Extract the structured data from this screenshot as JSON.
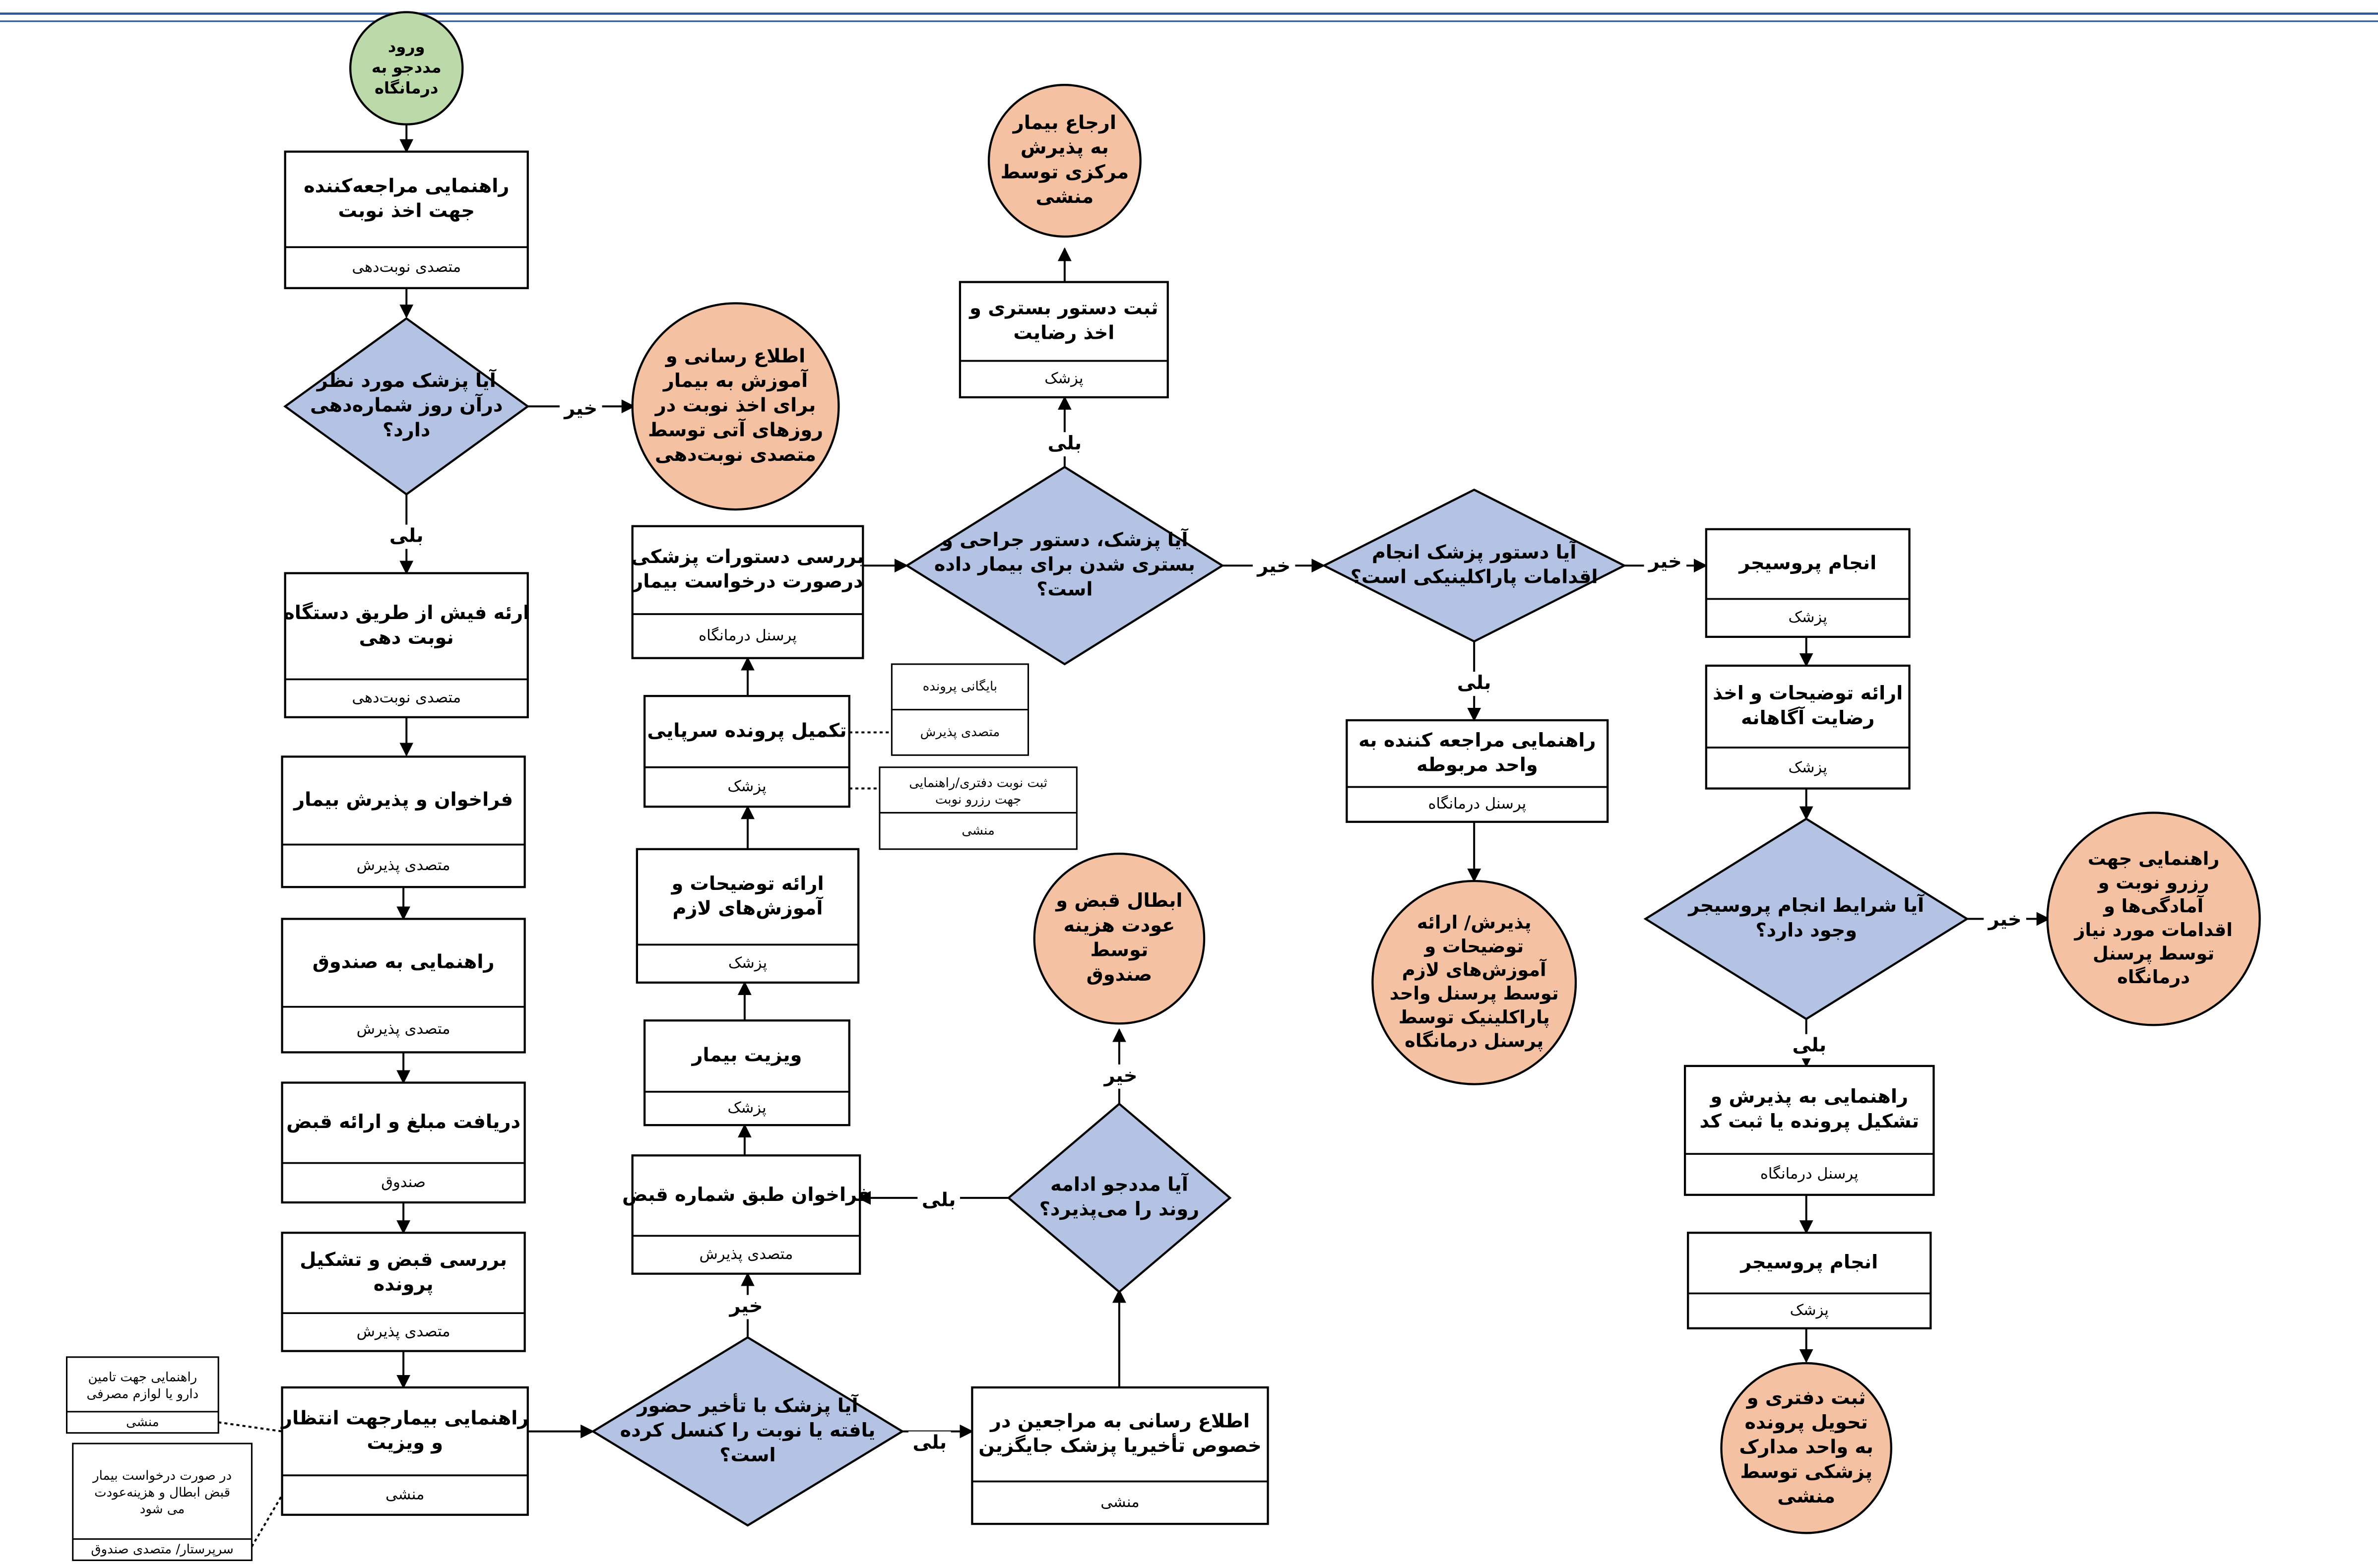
{
  "colors": {
    "process_fill": "#ffffff",
    "decision_fill": "#b4c3e3",
    "start_fill": "#bcd9a9",
    "terminal_fill": "#f4c1a2",
    "stroke": "#000000",
    "header_line": "#2e5597"
  },
  "processes": [
    {
      "id": "p1",
      "lines": [
        "راهنمایی مراجعه‌کننده",
        "جهت اخذ نوبت"
      ],
      "actor": "متصدی نوبت‌دهی"
    },
    {
      "id": "p2",
      "lines": [
        "ارئه فیش از طریق دستگاه",
        "نوبت دهی"
      ],
      "actor": "متصدی نوبت‌دهی"
    },
    {
      "id": "p3",
      "lines": [
        "فراخوان و پذیرش بیمار"
      ],
      "actor": "متصدی پذیرش"
    },
    {
      "id": "p4",
      "lines": [
        "راهنمایی به صندوق"
      ],
      "actor": "متصدی پذیرش"
    },
    {
      "id": "p5",
      "lines": [
        "دریافت مبلغ و ارائه قبض"
      ],
      "actor": "صندوق"
    },
    {
      "id": "p6",
      "lines": [
        "بررسی قبض و تشکیل",
        "پرونده"
      ],
      "actor": "متصدی پذیرش"
    },
    {
      "id": "p7",
      "lines": [
        "راهنمایی بیمارجهت انتظار",
        "و ویزیت"
      ],
      "actor": "منشی"
    },
    {
      "id": "p8",
      "lines": [
        "اطلاع رسانی به مراجعین در",
        "خصوص تأخیریا پزشک  جایگزین"
      ],
      "actor": "منشی"
    },
    {
      "id": "p9",
      "lines": [
        "فراخوان طبق شماره قبض"
      ],
      "actor": "متصدی پذیرش"
    },
    {
      "id": "p10",
      "lines": [
        "ویزیت بیمار"
      ],
      "actor": "پزشک"
    },
    {
      "id": "p11",
      "lines": [
        "ارائه توضیحات و",
        "آموزش‌های لازم"
      ],
      "actor": "پزشک"
    },
    {
      "id": "p12",
      "lines": [
        "تکمیل پرونده سرپایی"
      ],
      "actor": "پزشک"
    },
    {
      "id": "p13",
      "lines": [
        "بررسی دستورات پزشکی",
        "درصورت درخواست بیمار"
      ],
      "actor": "پرسنل درمانگاه"
    },
    {
      "id": "p14",
      "lines": [
        "ثبت دستور بستری و",
        "اخذ رضایت"
      ],
      "actor": "پزشک"
    },
    {
      "id": "p15",
      "lines": [
        "راهنمایی مراجعه کننده به",
        "واحد مربوطه"
      ],
      "actor": "پرسنل درمانگاه"
    },
    {
      "id": "p16",
      "lines": [
        "انجام پروسیجر"
      ],
      "actor": "پزشک"
    },
    {
      "id": "p17",
      "lines": [
        "ارائه توضیحات و اخذ",
        "رضایت آگاهانه"
      ],
      "actor": "پزشک"
    },
    {
      "id": "p18",
      "lines": [
        "راهنمایی به پذیرش و",
        "تشکیل پرونده یا ثبت کد"
      ],
      "actor": "پرسنل درمانگاه"
    },
    {
      "id": "p19",
      "lines": [
        "انجام پروسیجر"
      ],
      "actor": "پزشک"
    }
  ],
  "notes": [
    {
      "id": "n1",
      "lines": [
        "بایگانی پرونده"
      ]
    },
    {
      "id": "n2",
      "lines": [
        "متصدی پذیرش"
      ]
    },
    {
      "id": "n3",
      "lines": [
        "ثبت نوبت دفتری/راهنمایی",
        "جهت رزرو نوبت"
      ],
      "actor": "منشی"
    },
    {
      "id": "n4",
      "lines": [
        "راهنمایی جهت تامین",
        "دارو یا لوازم مصرفی"
      ],
      "actor": "منشی"
    },
    {
      "id": "n5",
      "lines": [
        "در صورت درخواست بیمار",
        "قبض ابطال و هزینه‌عودت",
        "می شود"
      ],
      "actor": "سرپرستار/ متصدی صندوق"
    }
  ],
  "decisions": [
    {
      "id": "d1",
      "lines": [
        "آیا پزشک مورد نظر",
        "درآن روز شماره‌دهی",
        "دارد؟"
      ]
    },
    {
      "id": "d2",
      "lines": [
        "آیا پزشک، دستور جراحی و",
        "بستری شدن برای بیمار داده",
        "است؟"
      ]
    },
    {
      "id": "d3",
      "lines": [
        "آیا دستور پزشک انجام",
        "اقدامات پاراکلینیکی است؟"
      ]
    },
    {
      "id": "d4",
      "lines": [
        "آیا شرایط انجام پروسیجر",
        "وجود دارد؟"
      ]
    },
    {
      "id": "d5",
      "lines": [
        "آیا مددجو ادامه",
        "روند را می‌پذیرد؟"
      ]
    },
    {
      "id": "d6",
      "lines": [
        "آیا پزشک با تأخیر حضور",
        "یافته یا نوبت را کنسل کرده",
        "است؟"
      ]
    }
  ],
  "start": {
    "lines": [
      "ورود",
      "مددجو به",
      "درمانگاه"
    ]
  },
  "terminals": [
    {
      "id": "t1",
      "lines": [
        "اطلاع رسانی و",
        "آموزش به بیمار",
        "برای اخذ نوبت در",
        "روزهای آتی توسط",
        "متصدی نوبت‌دهی"
      ]
    },
    {
      "id": "t2",
      "lines": [
        "ارجاع بیمار",
        "به پذیرش",
        "مرکزی توسط",
        "منشی"
      ]
    },
    {
      "id": "t3",
      "lines": [
        "پذیرش/ ارائه",
        "توضیحات و",
        "آموزش‌های لازم",
        "توسط پرسنل واحد",
        "پاراکلینیک توسط",
        "پرسنل درمانگاه"
      ]
    },
    {
      "id": "t4",
      "lines": [
        "راهنمایی جهت",
        "رزرو نوبت و",
        "آمادگی‌ها و",
        "اقدامات مورد نیاز",
        "توسط پرسنل",
        "درمانگاه"
      ]
    },
    {
      "id": "t5",
      "lines": [
        "ابطال قبض و",
        "عودت هزینه",
        "توسط",
        "صندوق"
      ]
    },
    {
      "id": "t6",
      "lines": [
        "ثبت دفتری و",
        "تحویل پرونده",
        "به واحد مدارک",
        "پزشکی توسط",
        "منشی"
      ]
    }
  ],
  "edge_labels": [
    {
      "id": "e1",
      "text": "خیر"
    },
    {
      "id": "e2",
      "text": "بلی"
    },
    {
      "id": "e3",
      "text": "بلی"
    },
    {
      "id": "e4",
      "text": "خیر"
    },
    {
      "id": "e5",
      "text": "خیر"
    },
    {
      "id": "e6",
      "text": "بلی"
    },
    {
      "id": "e7",
      "text": "خیر"
    },
    {
      "id": "e8",
      "text": "بلی"
    },
    {
      "id": "e9",
      "text": "خیر"
    },
    {
      "id": "e10",
      "text": "بلی"
    },
    {
      "id": "e11",
      "text": "خیر"
    },
    {
      "id": "e12",
      "text": "بلی"
    }
  ]
}
